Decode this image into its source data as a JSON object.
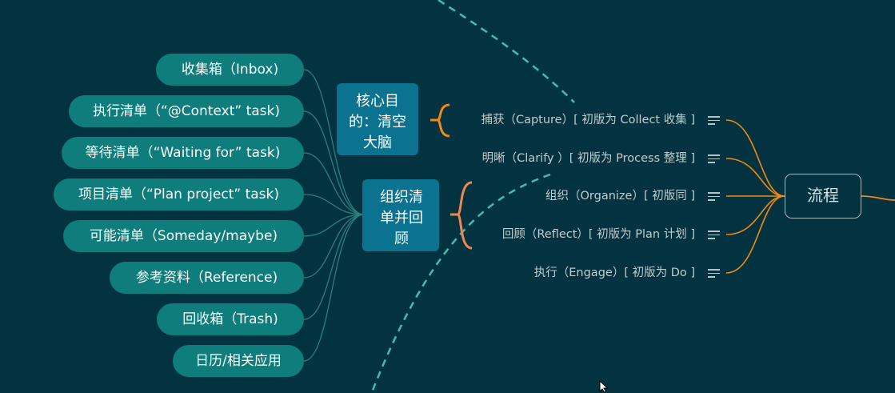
{
  "root": "流程",
  "steps": [
    "捕获（Capture）[ 初版为 Collect 收集 ]",
    "明晰（Clarify ）[ 初版为 Process 整理 ]",
    "组织（Organize）[ 初版同 ]",
    "回顾（Reflect）[ 初版为 Plan 计划 ]",
    "执行（Engage）[ 初版为 Do ]"
  ],
  "summaries": {
    "core": "核心目的：清空大脑",
    "organize": "组织清单并回顾"
  },
  "lists": [
    "收集箱（Inbox)",
    "执行清单（“@Context” task)",
    "等待清单（“Waiting for” task)",
    "项目清单（“Plan project” task)",
    "可能清单（Someday/maybe)",
    "参考资料（Reference)",
    "回收箱（Trash)",
    "日历/相关应用"
  ],
  "colors": {
    "background": "#033340",
    "pill": "#0e7d7b",
    "summary_box": "#0b7390",
    "branch_orange": "#f08a13",
    "brace_salmon": "#f0874f",
    "dashed_teal": "#3fbfb2"
  }
}
